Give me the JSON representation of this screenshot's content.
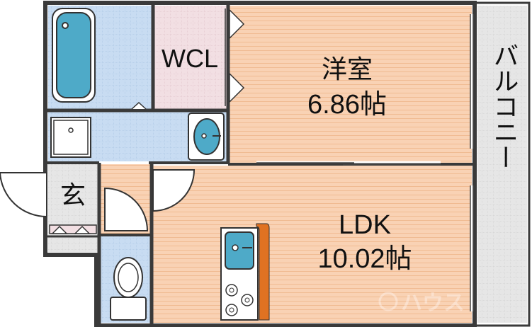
{
  "rooms": {
    "western": {
      "name": "洋室",
      "size": "6.86帖"
    },
    "ldk": {
      "name": "LDK",
      "size": "10.02帖"
    },
    "wcl": {
      "label": "WCL"
    },
    "entrance": {
      "label": "玄"
    },
    "balcony": {
      "label": "バルコニー"
    }
  },
  "watermark": "ハウス",
  "colors": {
    "wood_floor": "#f9d2b4",
    "wood_stripe": "#f3bf98",
    "tile": "#c6daf0",
    "wcl_floor": "#f2dde1",
    "fixture_fill": "#4eaac8",
    "balcony": "#e4e4e4",
    "kitchen_counter": "#e07222",
    "wall": "#3a3a3a"
  }
}
